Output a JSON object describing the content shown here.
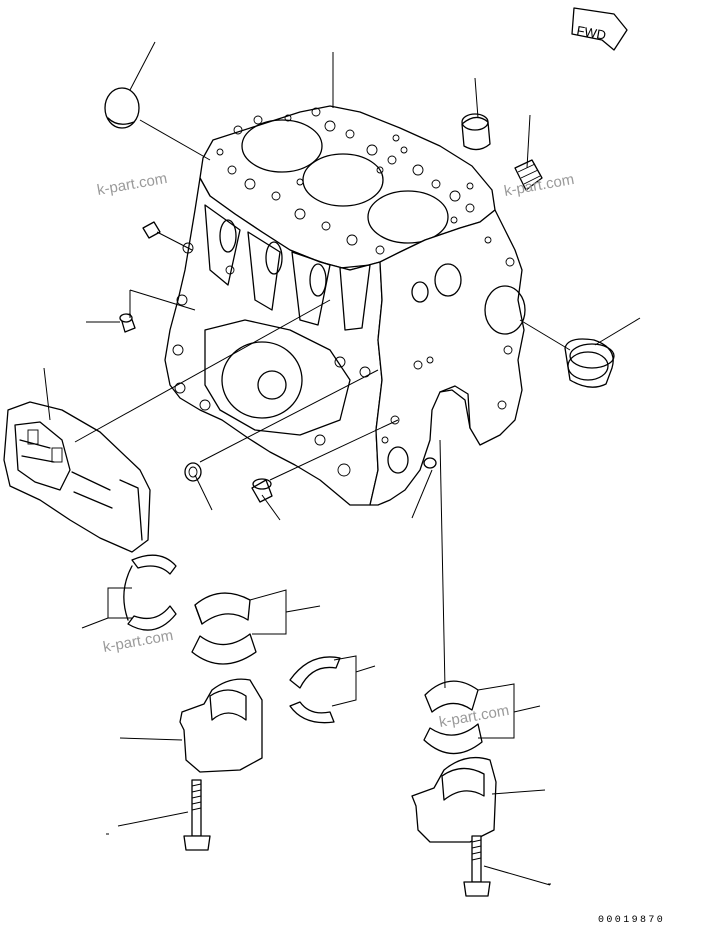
{
  "direction_label": "FWD",
  "watermarks": [
    "k-part.com",
    "k-part.com",
    "k-part.com",
    "k-part.com"
  ],
  "drawing_number": "00019870",
  "icons": {
    "direction": "forward-arrow-icon"
  }
}
